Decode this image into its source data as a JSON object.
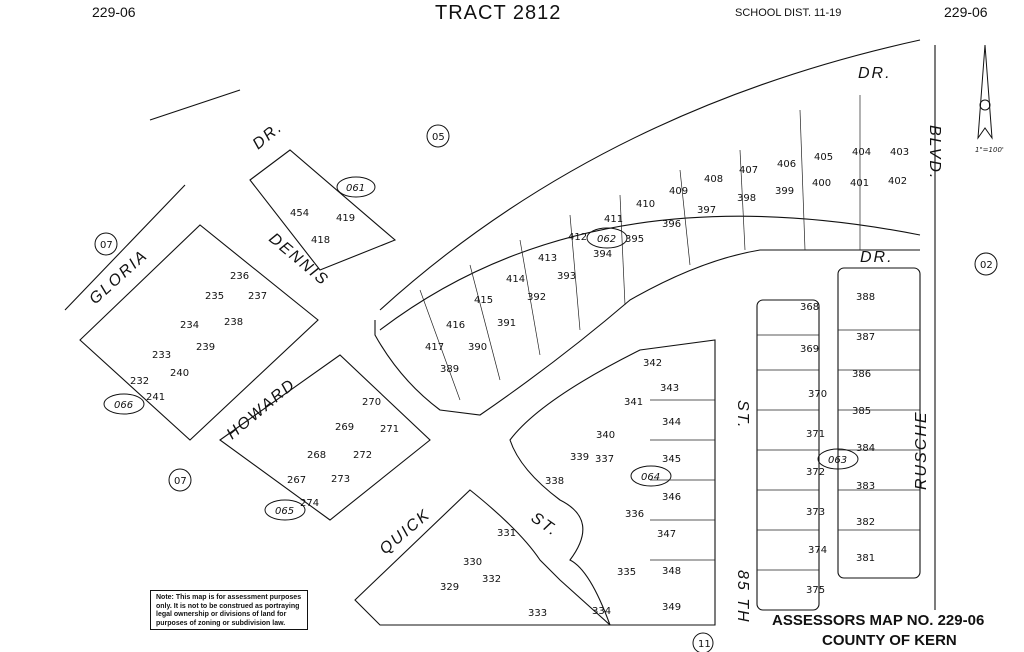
{
  "header": {
    "book_page_left": "229-06",
    "tract": "TRACT 2812",
    "school_district": "SCHOOL DIST. 11-19",
    "book_page_right": "229-06"
  },
  "streets": {
    "dennis_dr": "DENNIS",
    "dr_label_1": "DR.",
    "dr_label_2": "DR.",
    "dr_label_3": "DR.",
    "gloria": "GLORIA",
    "howard": "HOWARD",
    "quick": "QUICK",
    "st_label_1": "ST.",
    "st_label_2": "ST.",
    "th85": "85 TH",
    "blvd": "BLVD.",
    "rusche": "RUSCHE"
  },
  "map_refs": {
    "r05": "05",
    "r07a": "07",
    "r07b": "07",
    "r02": "02",
    "r11": "11"
  },
  "block_ids": {
    "b061": "061",
    "b062": "062",
    "b063": "063",
    "b064": "064",
    "b065": "065",
    "b066": "066"
  },
  "north": {
    "scale": "1\"=100'"
  },
  "note": "Note: This map is for assessment purposes only. It is not to be construed as portraying legal ownership or divisions of land for purposes of zoning or subdivision law.",
  "footer": {
    "assessor": "ASSESSORS MAP NO. 229-06",
    "county": "COUNTY OF KERN"
  },
  "lots": {
    "l454": "454",
    "l419": "419",
    "l418": "418",
    "l236": "236",
    "l235": "235",
    "l237": "237",
    "l234": "234",
    "l238": "238",
    "l233": "233",
    "l239": "239",
    "l232": "232",
    "l240": "240",
    "l241": "241",
    "l270": "270",
    "l269": "269",
    "l271": "271",
    "l268": "268",
    "l272": "272",
    "l267": "267",
    "l273": "273",
    "l274": "274",
    "l389": "389",
    "l390": "390",
    "l391": "391",
    "l392": "392",
    "l393": "393",
    "l394": "394",
    "l395": "395",
    "l396": "396",
    "l397": "397",
    "l398": "398",
    "l399": "399",
    "l400": "400",
    "l401": "401",
    "l402": "402",
    "l403": "403",
    "l404": "404",
    "l405": "405",
    "l406": "406",
    "l407": "407",
    "l408": "408",
    "l409": "409",
    "l410": "410",
    "l411": "411",
    "l412": "412",
    "l413": "413",
    "l414": "414",
    "l415": "415",
    "l416": "416",
    "l417": "417",
    "l337": "337",
    "l338": "338",
    "l339": "339",
    "l340": "340",
    "l341": "341",
    "l342": "342",
    "l343": "343",
    "l344": "344",
    "l345": "345",
    "l346": "346",
    "l347": "347",
    "l348": "348",
    "l349": "349",
    "l336": "336",
    "l335": "335",
    "l334": "334",
    "l333": "333",
    "l332": "332",
    "l331": "331",
    "l330": "330",
    "l329": "329",
    "l368": "368",
    "l369": "369",
    "l370": "370",
    "l371": "371",
    "l372": "372",
    "l373": "373",
    "l374": "374",
    "l375": "375",
    "l388": "388",
    "l387": "387",
    "l386": "386",
    "l385": "385",
    "l384": "384",
    "l383": "383",
    "l382": "382",
    "l381": "381"
  }
}
